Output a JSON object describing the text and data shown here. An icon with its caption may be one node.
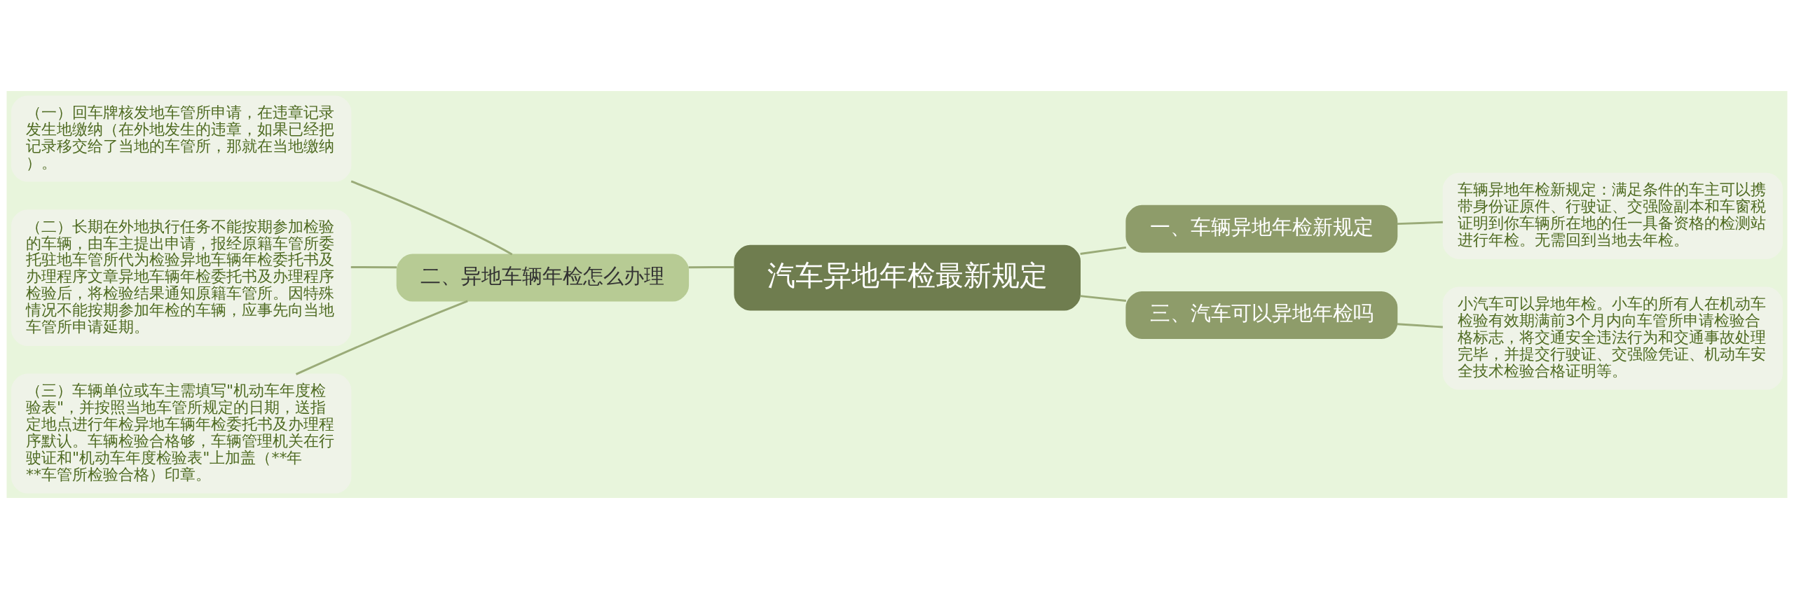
{
  "diagram": {
    "nodes": [
      {
        "text": [
          "汽车异地年检最新规定"
        ]
      },
      {
        "text": [
          "一、车辆异地年检新规定"
        ]
      },
      {
        "text": [
          "车辆异地年检新规定：满足条件的车主可以携带身份证原件、行驶证、交强险副本和车窗税证明到你车辆所在地的任一具备资格的检测站进行年检。无需回到当地去年检。"
        ]
      },
      {
        "text": [
          "二、异地车辆年检怎么办理"
        ]
      },
      {
        "text": [
          "（一）回车牌核发地车管所申请，在违章记录发生地缴纳（在外地发生的违章，如果已经把记录移交给了当地的车管所，那就在当地缴纳）。"
        ]
      },
      {
        "text": [
          "（二）长期在外地执行任务不能按期参加检验的车辆，由车主提出申请，报经原籍车管所委托驻地车管所代为检验异地车辆年检委托书及办理程序文章异地车辆年检委托书及办理程序检验后，将检验结果通知原籍车管所。因特殊情况不能按期参加年检的车辆，应事先向当地车管所申请延期。"
        ]
      },
      {
        "text": [
          "（三）车辆单位或车主需填写\"机动车年度检验表\"，并按照当地车管所规定的日期，送指定地点进行年检异地车辆年检委托书及办理程序默认。车辆检验合格够，车辆管理机关在行驶证和\"机动车年度检验表\"上加盖（**年**车管所检验合格）印章。"
        ]
      },
      {
        "text": [
          "三、汽车可以异地年检吗"
        ]
      },
      {
        "text": [
          "小汽车可以异地年检。小车的所有人在机动车检验有效期满前3个月内向车管所申请检验合格标志，将交通安全违法行为和交通事故处理完毕，并提交行驶证、交强险凭证、机动车安全技术检验合格证明等。"
        ]
      }
    ],
    "edges": [
      {
        "from": 0,
        "to": 1,
        "arrow": "none"
      },
      {
        "from": 1,
        "to": 2,
        "arrow": "none"
      },
      {
        "from": 0,
        "to": 3,
        "arrow": "none"
      },
      {
        "from": 3,
        "to": 4,
        "arrow": "none"
      },
      {
        "from": 3,
        "to": 5,
        "arrow": "none"
      },
      {
        "from": 3,
        "to": 6,
        "arrow": "none"
      },
      {
        "from": 0,
        "to": 7,
        "arrow": "none"
      },
      {
        "from": 7,
        "to": 8,
        "arrow": "none"
      }
    ]
  }
}
